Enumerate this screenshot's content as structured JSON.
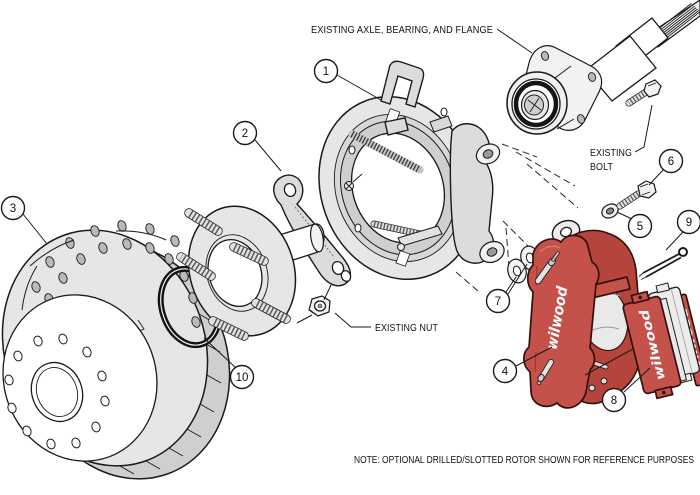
{
  "figure": {
    "note": "NOTE: OPTIONAL DRILLED/SLOTTED ROTOR SHOWN FOR REFERENCE PURPOSES",
    "labels": {
      "axle": "EXISTING AXLE, BEARING, AND FLANGE",
      "bolt_line1": "EXISTING",
      "bolt_line2": "BOLT",
      "nut": "EXISTING NUT"
    },
    "brand": "wilwood",
    "callouts": [
      {
        "num": "1"
      },
      {
        "num": "2"
      },
      {
        "num": "3"
      },
      {
        "num": "4"
      },
      {
        "num": "5"
      },
      {
        "num": "6"
      },
      {
        "num": "7"
      },
      {
        "num": "8"
      },
      {
        "num": "9"
      },
      {
        "num": "10"
      }
    ],
    "colors": {
      "caliper_red": "#c4514a",
      "caliper_red_dark": "#b5453c",
      "line": "#1a1a1a",
      "metal_gray": "#e6e6e6"
    }
  }
}
